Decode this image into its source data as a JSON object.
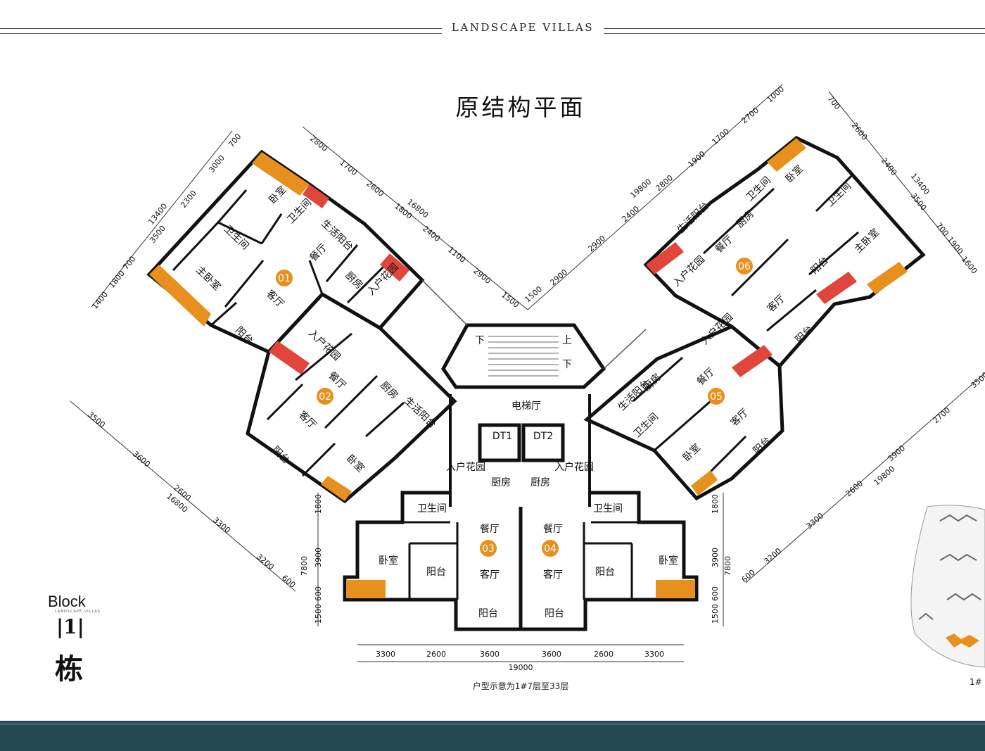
{
  "header": {
    "brand": "LANDSCAPE VILLAS"
  },
  "title": "原结构平面",
  "block": {
    "label": "Block",
    "small": "LANDSCAPE VILLAS",
    "number": "|1|",
    "cn": "栋"
  },
  "caption": "户型示意为1#7层至33层",
  "keymap_label": "1#",
  "colors": {
    "wall": "#111111",
    "orange_accent": "#e8901e",
    "red_accent": "#e0463c",
    "unit_badge": "#e8901e",
    "footer": "#254a52"
  },
  "core": {
    "lobby": "电梯厅",
    "lift1": "DT1",
    "lift2": "DT2",
    "stair_down": "下",
    "stair_up": "上"
  },
  "units": [
    {
      "id": "01",
      "rooms": [
        "卧室",
        "卫生间",
        "生活阳台",
        "卫生间",
        "主卧室",
        "餐厅",
        "厨房",
        "入户花园",
        "客厅",
        "阳台"
      ]
    },
    {
      "id": "02",
      "rooms": [
        "入户花园",
        "餐厅",
        "厨房",
        "生活阳台",
        "客厅",
        "阳台",
        "卧室"
      ]
    },
    {
      "id": "03",
      "rooms": [
        "入户花园",
        "厨房",
        "卫生间",
        "餐厅",
        "卧室",
        "阳台",
        "客厅",
        "阳台"
      ]
    },
    {
      "id": "04",
      "rooms": [
        "厨房",
        "入户花园",
        "卫生间",
        "餐厅",
        "卧室",
        "阳台",
        "客厅",
        "阳台"
      ]
    },
    {
      "id": "05",
      "rooms": [
        "入户花园",
        "厨房",
        "餐厅",
        "生活阳台",
        "卫生间",
        "客厅",
        "卧室",
        "阳台"
      ]
    },
    {
      "id": "06",
      "rooms": [
        "卧室",
        "卫生间",
        "卫生间",
        "生活阳台",
        "厨房",
        "主卧室",
        "餐厅",
        "阳台",
        "入户花园",
        "客厅",
        "阳台"
      ]
    }
  ],
  "dimensions": {
    "bottom": [
      "3300",
      "2600",
      "3600",
      "3600",
      "2600",
      "3300"
    ],
    "bottom_total": "19000",
    "left_vertical": [
      "1800",
      "3900",
      "7800",
      "600",
      "1500"
    ],
    "right_vertical": [
      "1800",
      "3900",
      "7800",
      "600",
      "1500"
    ],
    "upper_left_arm": [
      "2800",
      "1700",
      "2600",
      "1800",
      "2400",
      "1100",
      "2900",
      "1500",
      "16800"
    ],
    "upper_left_side": [
      "700",
      "3000",
      "2300",
      "13400",
      "3500",
      "700",
      "1800",
      "1400"
    ],
    "lower_left": [
      "3500",
      "3600",
      "2600",
      "16800",
      "3300",
      "3200",
      "600"
    ],
    "upper_right_arm": [
      "1500",
      "2900",
      "2900",
      "2400",
      "2800",
      "19800",
      "1900",
      "1700",
      "2700",
      "1000"
    ],
    "upper_right_side": [
      "700",
      "2600",
      "2400",
      "13400",
      "3500",
      "700",
      "1900",
      "1600"
    ],
    "lower_right": [
      "3500",
      "2700",
      "3900",
      "19800",
      "2600",
      "3300",
      "3200",
      "600"
    ]
  }
}
